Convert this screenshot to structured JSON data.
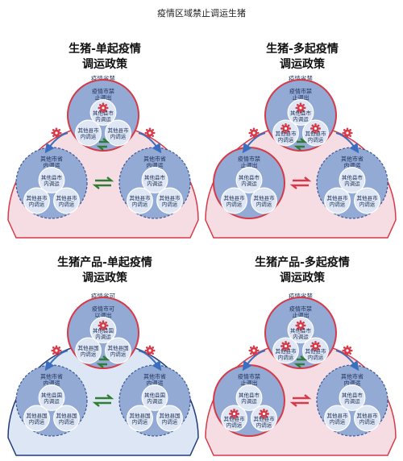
{
  "page_title": "疫情区域禁止调运生猪",
  "panels": [
    {
      "title_line1": "生猪-单起疫情",
      "title_line2": "调运政策",
      "outer_label": "疫情省禁止调出",
      "top_label": "疫情市禁止调出",
      "left_label": "其他市省内调运",
      "right_label": "其他市省内调运",
      "county_label": "其他县市内调运"
    },
    {
      "title_line1": "生猪-多起疫情",
      "title_line2": "调运政策",
      "outer_label": "疫情省禁止调出",
      "top_label": "疫情市禁止调出",
      "left_label": "疫情市禁止调出",
      "right_label": "其他市省内调运",
      "county_label": "其他县市内调运"
    },
    {
      "title_line1": "生猪产品-单起疫情",
      "title_line2": "调运政策",
      "outer_label": "疫情省可以调出",
      "top_label": "疫情市可以调出",
      "left_label": "其他市省内调运",
      "right_label": "其他市省内调运",
      "county_label": "其他县国内调运"
    },
    {
      "title_line1": "生猪产品-多起疫情",
      "title_line2": "调运政策",
      "outer_label": "疫情省禁止调出",
      "top_label": "疫情市禁止调出",
      "left_label": "疫情市禁止调出",
      "right_label": "其他市省内调运",
      "county_label": "其他县市内调运"
    }
  ],
  "colors": {
    "red": "#d63a48",
    "pink": "#f6dde4",
    "blue_fill": "#93aad4",
    "blue_edge": "#3a5a96",
    "bubble": "#dfe7f5",
    "outer_blue": "#dce6f5",
    "navy": "#1f3c7a",
    "green": "#2e7d32",
    "arrow_blue": "#3a6fbf"
  },
  "icons": [
    "pig-outbreak-icon"
  ]
}
